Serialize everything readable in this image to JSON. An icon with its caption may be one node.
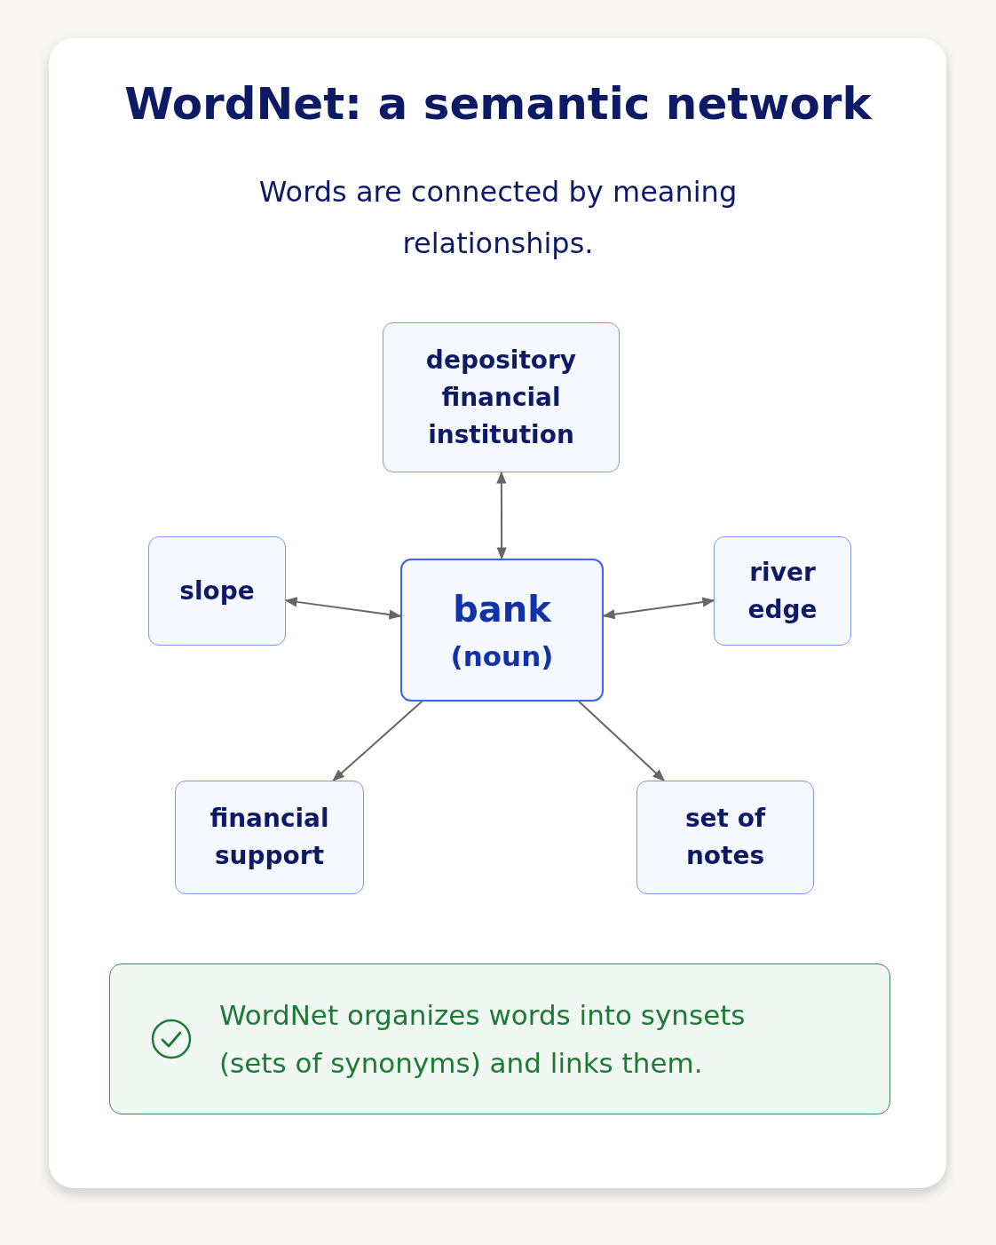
{
  "diagram": {
    "title": "WordNet: a semantic network",
    "nodes": [
      {
        "text": [
          "depository financial institution"
        ]
      },
      {
        "text": [
          "slope"
        ]
      },
      {
        "text": [
          "bank",
          "(noun)"
        ]
      },
      {
        "text": [
          "river edge"
        ]
      },
      {
        "text": [
          "financial support"
        ]
      },
      {
        "text": [
          "set of notes"
        ]
      },
      {
        "text": [
          "WordNet organizes words into synsets (sets of synonyms) and links them."
        ]
      }
    ],
    "edges": [
      {
        "from": 2,
        "to": 0,
        "arrow": "both"
      },
      {
        "from": 1,
        "to": 2,
        "arrow": "both"
      },
      {
        "from": 2,
        "to": 3,
        "arrow": "both"
      },
      {
        "from": 2,
        "to": 4,
        "arrow": "to"
      },
      {
        "from": 2,
        "to": 5,
        "arrow": "to"
      }
    ],
    "labels": [
      "Words are connected by meaning relationships."
    ]
  }
}
